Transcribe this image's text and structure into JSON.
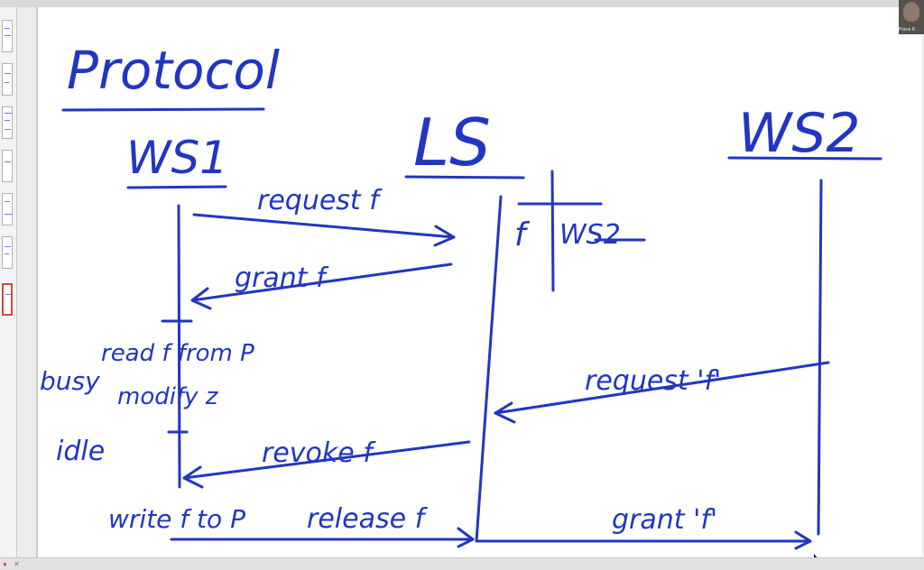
{
  "window": {
    "webcam_caption": "Frans K"
  },
  "sidebar": {
    "slide_count": 7,
    "active_index": 6
  },
  "whiteboard": {
    "title": "Protocol",
    "ink_color": "#2136c2",
    "columns": {
      "ws1": "WS1",
      "ls": "LS",
      "ws2": "WS2"
    },
    "lock_table": {
      "file": "f",
      "owner": "WS2"
    },
    "messages": {
      "request_f": "request f",
      "grant_f": "grant f",
      "request_f_ws2": "request 'f'",
      "revoke_f": "revoke f",
      "release_f": "release f",
      "grant_f_ws2": "grant 'f'"
    },
    "notes": {
      "busy": "busy",
      "read_f": "read f from P",
      "modify": "modify z",
      "idle": "idle",
      "write_back": "write f to P"
    }
  },
  "bottombar": {
    "icons": [
      "record-icon",
      "close-icon"
    ]
  }
}
